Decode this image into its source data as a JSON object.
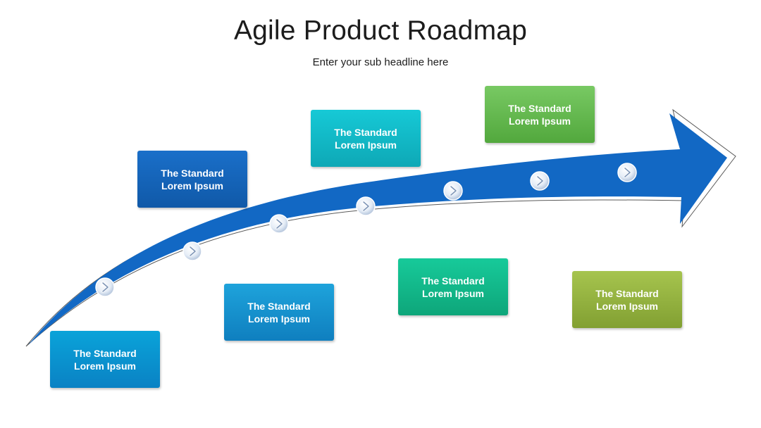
{
  "header": {
    "title": "Agile Product Roadmap",
    "subtitle": "Enter your sub headline here"
  },
  "milestones": [
    {
      "label": "The Standard Lorem Ipsum",
      "color": "#0a93cf"
    },
    {
      "label": "The Standard Lorem Ipsum",
      "color": "#1565b9"
    },
    {
      "label": "The Standard Lorem Ipsum",
      "color": "#1892cd"
    },
    {
      "label": "The Standard Lorem Ipsum",
      "color": "#13bac7"
    },
    {
      "label": "The Standard Lorem Ipsum",
      "color": "#13b88a"
    },
    {
      "label": "The Standard Lorem Ipsum",
      "color": "#66b950"
    },
    {
      "label": "The Standard Lorem Ipsum",
      "color": "#94b240"
    }
  ],
  "arrow": {
    "color": "#1268c4",
    "markers": [
      "chevron-right-icon",
      "chevron-right-icon",
      "chevron-right-icon",
      "chevron-right-icon",
      "chevron-right-icon",
      "chevron-right-icon",
      "chevron-right-icon"
    ]
  }
}
